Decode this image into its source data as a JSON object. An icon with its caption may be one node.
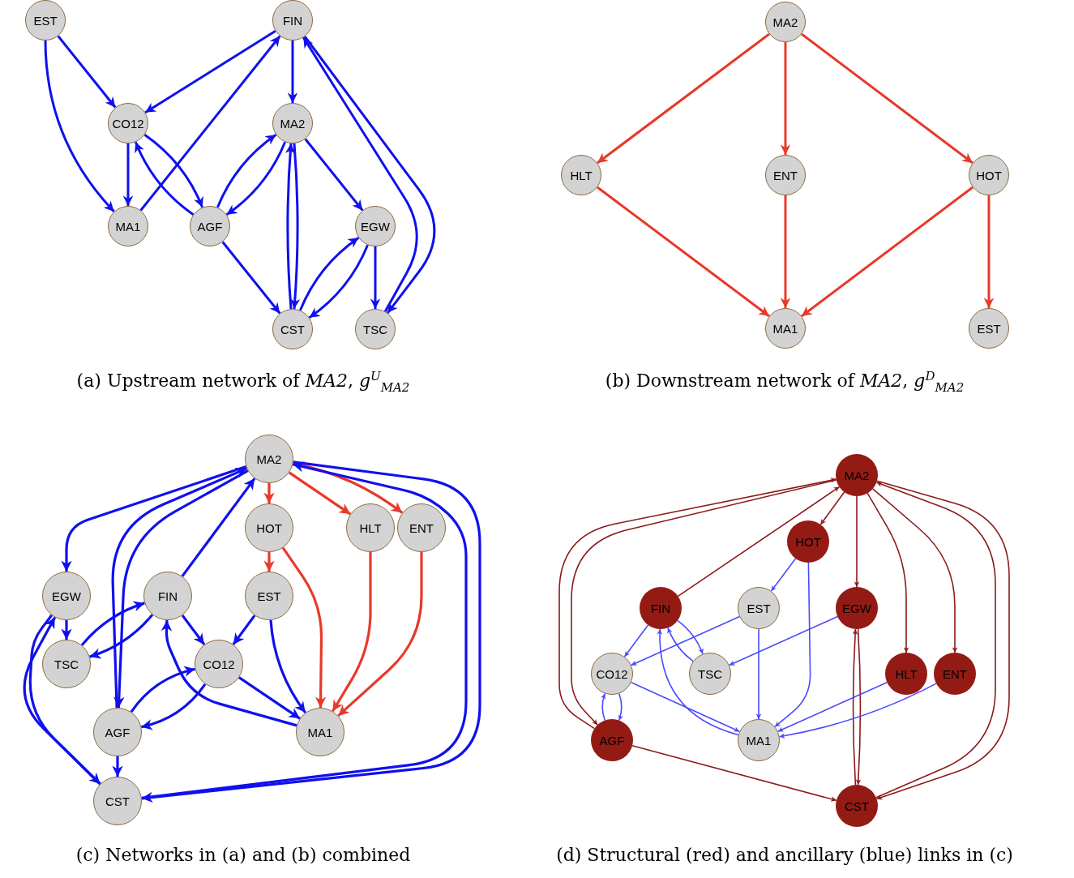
{
  "diagram": {
    "nodes": [
      {
        "text": [
          "EST"
        ]
      },
      {
        "text": [
          "FIN"
        ]
      },
      {
        "text": [
          "CO12"
        ]
      },
      {
        "text": [
          "MA2"
        ]
      },
      {
        "text": [
          "MA1"
        ]
      },
      {
        "text": [
          "AGF"
        ]
      },
      {
        "text": [
          "EGW"
        ]
      },
      {
        "text": [
          "CST"
        ]
      },
      {
        "text": [
          "TSC"
        ]
      },
      {
        "text": [
          "MA2"
        ]
      },
      {
        "text": [
          "HLT"
        ]
      },
      {
        "text": [
          "ENT"
        ]
      },
      {
        "text": [
          "HOT"
        ]
      },
      {
        "text": [
          "MA1"
        ]
      },
      {
        "text": [
          "EST"
        ]
      },
      {
        "text": [
          "MA2"
        ]
      },
      {
        "text": [
          "HOT"
        ]
      },
      {
        "text": [
          "HLT"
        ]
      },
      {
        "text": [
          "ENT"
        ]
      },
      {
        "text": [
          "EGW"
        ]
      },
      {
        "text": [
          "FIN"
        ]
      },
      {
        "text": [
          "EST"
        ]
      },
      {
        "text": [
          "TSC"
        ]
      },
      {
        "text": [
          "CO12"
        ]
      },
      {
        "text": [
          "AGF"
        ]
      },
      {
        "text": [
          "MA1"
        ]
      },
      {
        "text": [
          "CST"
        ]
      },
      {
        "text": [
          "MA2"
        ]
      },
      {
        "text": [
          "HOT"
        ]
      },
      {
        "text": [
          "FIN"
        ]
      },
      {
        "text": [
          "EST"
        ]
      },
      {
        "text": [
          "EGW"
        ]
      },
      {
        "text": [
          "CO12"
        ]
      },
      {
        "text": [
          "TSC"
        ]
      },
      {
        "text": [
          "HLT"
        ]
      },
      {
        "text": [
          "ENT"
        ]
      },
      {
        "text": [
          "AGF"
        ]
      },
      {
        "text": [
          "MA1"
        ]
      },
      {
        "text": [
          "CST"
        ]
      }
    ],
    "edges": [
      {
        "from": 0,
        "to": 2,
        "arrow": "to"
      },
      {
        "from": 0,
        "to": 4,
        "arrow": "to"
      },
      {
        "from": 1,
        "to": 2,
        "arrow": "to"
      },
      {
        "from": 1,
        "to": 3,
        "arrow": "to"
      },
      {
        "from": 1,
        "to": 8,
        "arrow": "to"
      },
      {
        "from": 8,
        "to": 1,
        "arrow": "to"
      },
      {
        "from": 4,
        "to": 1,
        "arrow": "to"
      },
      {
        "from": 2,
        "to": 4,
        "arrow": "to"
      },
      {
        "from": 2,
        "to": 5,
        "arrow": "to"
      },
      {
        "from": 5,
        "to": 2,
        "arrow": "to"
      },
      {
        "from": 5,
        "to": 3,
        "arrow": "to"
      },
      {
        "from": 3,
        "to": 5,
        "arrow": "to"
      },
      {
        "from": 5,
        "to": 7,
        "arrow": "to"
      },
      {
        "from": 7,
        "to": 3,
        "arrow": "to"
      },
      {
        "from": 3,
        "to": 7,
        "arrow": "to"
      },
      {
        "from": 3,
        "to": 6,
        "arrow": "to"
      },
      {
        "from": 6,
        "to": 7,
        "arrow": "to"
      },
      {
        "from": 7,
        "to": 6,
        "arrow": "to"
      },
      {
        "from": 6,
        "to": 8,
        "arrow": "to"
      },
      {
        "from": 9,
        "to": 10,
        "arrow": "to",
        "color": "#e8392a"
      },
      {
        "from": 9,
        "to": 11,
        "arrow": "to",
        "color": "#e8392a"
      },
      {
        "from": 9,
        "to": 12,
        "arrow": "to",
        "color": "#e8392a"
      },
      {
        "from": 10,
        "to": 13,
        "arrow": "to",
        "color": "#e8392a"
      },
      {
        "from": 11,
        "to": 13,
        "arrow": "to",
        "color": "#e8392a"
      },
      {
        "from": 12,
        "to": 13,
        "arrow": "to",
        "color": "#e8392a"
      },
      {
        "from": 12,
        "to": 14,
        "arrow": "to",
        "color": "#e8392a"
      },
      {
        "from": 15,
        "to": 16,
        "arrow": "to",
        "color": "#e8392a"
      },
      {
        "from": 16,
        "to": 21,
        "arrow": "to",
        "color": "#e8392a"
      },
      {
        "from": 15,
        "to": 17,
        "arrow": "to",
        "color": "#e8392a"
      },
      {
        "from": 15,
        "to": 18,
        "arrow": "to",
        "color": "#e8392a"
      },
      {
        "from": 16,
        "to": 25,
        "arrow": "to",
        "color": "#e8392a"
      },
      {
        "from": 17,
        "to": 25,
        "arrow": "to",
        "color": "#e8392a"
      },
      {
        "from": 18,
        "to": 25,
        "arrow": "to",
        "color": "#e8392a"
      },
      {
        "from": 15,
        "to": 19,
        "arrow": "to"
      },
      {
        "from": 26,
        "to": 19,
        "arrow": "to"
      },
      {
        "from": 19,
        "to": 26,
        "arrow": "to"
      },
      {
        "from": 19,
        "to": 22,
        "arrow": "to"
      },
      {
        "from": 22,
        "to": 20,
        "arrow": "to"
      },
      {
        "from": 20,
        "to": 22,
        "arrow": "to"
      },
      {
        "from": 20,
        "to": 15,
        "arrow": "to"
      },
      {
        "from": 20,
        "to": 23,
        "arrow": "to"
      },
      {
        "from": 21,
        "to": 23,
        "arrow": "to"
      },
      {
        "from": 21,
        "to": 25,
        "arrow": "to"
      },
      {
        "from": 23,
        "to": 25,
        "arrow": "to"
      },
      {
        "from": 25,
        "to": 20,
        "arrow": "to"
      },
      {
        "from": 24,
        "to": 23,
        "arrow": "to"
      },
      {
        "from": 23,
        "to": 24,
        "arrow": "to"
      },
      {
        "from": 24,
        "to": 15,
        "arrow": "to"
      },
      {
        "from": 15,
        "to": 24,
        "arrow": "to"
      },
      {
        "from": 24,
        "to": 26,
        "arrow": "to"
      },
      {
        "from": 15,
        "to": 26,
        "arrow": "to"
      },
      {
        "from": 26,
        "to": 15,
        "arrow": "to"
      },
      {
        "from": 36,
        "to": 27,
        "arrow": "to",
        "color": "#8b1a1a"
      },
      {
        "from": 27,
        "to": 36,
        "arrow": "to",
        "color": "#8b1a1a"
      },
      {
        "from": 29,
        "to": 27,
        "arrow": "to",
        "color": "#8b1a1a"
      },
      {
        "from": 27,
        "to": 28,
        "arrow": "to",
        "color": "#8b1a1a"
      },
      {
        "from": 27,
        "to": 31,
        "arrow": "to",
        "color": "#8b1a1a"
      },
      {
        "from": 27,
        "to": 34,
        "arrow": "to",
        "color": "#8b1a1a"
      },
      {
        "from": 27,
        "to": 35,
        "arrow": "to",
        "color": "#8b1a1a"
      },
      {
        "from": 27,
        "to": 38,
        "arrow": "to",
        "color": "#8b1a1a"
      },
      {
        "from": 38,
        "to": 27,
        "arrow": "to",
        "color": "#8b1a1a"
      },
      {
        "from": 31,
        "to": 38,
        "arrow": "to",
        "color": "#8b1a1a"
      },
      {
        "from": 38,
        "to": 31,
        "arrow": "to",
        "color": "#8b1a1a"
      },
      {
        "from": 36,
        "to": 38,
        "arrow": "to",
        "color": "#8b1a1a"
      },
      {
        "from": 28,
        "to": 30,
        "arrow": "to",
        "color": "#4a4aff"
      },
      {
        "from": 28,
        "to": 37,
        "arrow": "to",
        "color": "#4a4aff"
      },
      {
        "from": 34,
        "to": 37,
        "arrow": "to",
        "color": "#4a4aff"
      },
      {
        "from": 35,
        "to": 37,
        "arrow": "to",
        "color": "#4a4aff"
      },
      {
        "from": 29,
        "to": 32,
        "arrow": "to",
        "color": "#4a4aff"
      },
      {
        "from": 29,
        "to": 33,
        "arrow": "to",
        "color": "#4a4aff"
      },
      {
        "from": 33,
        "to": 29,
        "arrow": "to",
        "color": "#4a4aff"
      },
      {
        "from": 37,
        "to": 29,
        "arrow": "to",
        "color": "#4a4aff"
      },
      {
        "from": 30,
        "to": 32,
        "arrow": "to",
        "color": "#4a4aff"
      },
      {
        "from": 30,
        "to": 37,
        "arrow": "to",
        "color": "#4a4aff"
      },
      {
        "from": 31,
        "to": 33,
        "arrow": "to",
        "color": "#4a4aff"
      },
      {
        "from": 32,
        "to": 37,
        "arrow": "to",
        "color": "#4a4aff"
      },
      {
        "from": 32,
        "to": 36,
        "arrow": "to",
        "color": "#4a4aff"
      },
      {
        "from": 36,
        "to": 32,
        "arrow": "to",
        "color": "#4a4aff"
      }
    ],
    "labels": [
      "(a) Upstream network of *MA2*, *g*$^{U}$$_{MA2}$",
      "(b) Downstream network of *MA2*, *g*$^{D}$$_{MA2}$",
      "(c) Networks in (a) and (b) combined",
      "(d) Structural (red) and ancillary (blue) links in (c)"
    ]
  }
}
